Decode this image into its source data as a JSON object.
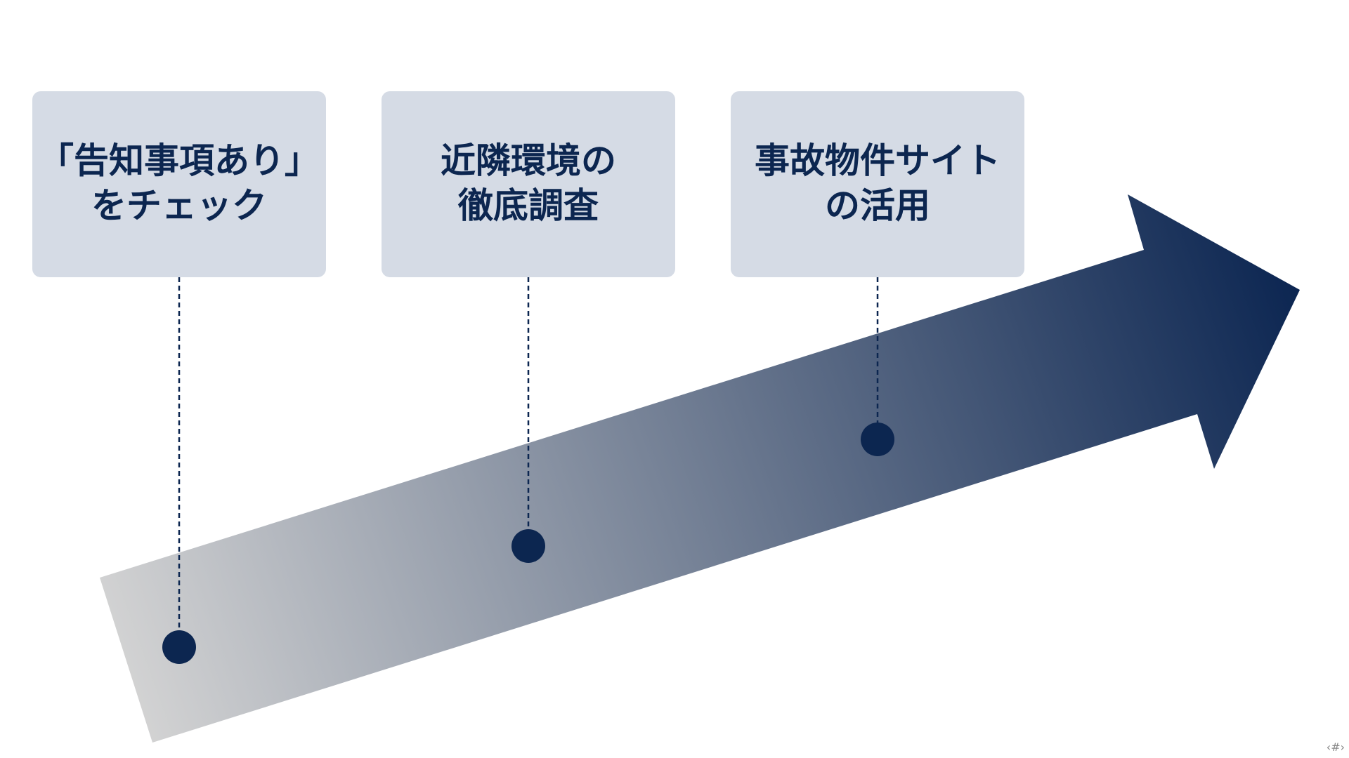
{
  "colors": {
    "box_fill": "#d5dbe5",
    "text": "#0c2650",
    "dot": "#0c2650",
    "connector": "#0c2650",
    "arrow_start": "#d4d4d4",
    "arrow_end": "#0b2551"
  },
  "steps": [
    {
      "label": "「告知事項あり」\nをチェック"
    },
    {
      "label": "近隣環境の\n徹底調査"
    },
    {
      "label": "事故物件サイト\nの活用"
    }
  ],
  "footer": {
    "page_number": "‹#›"
  }
}
